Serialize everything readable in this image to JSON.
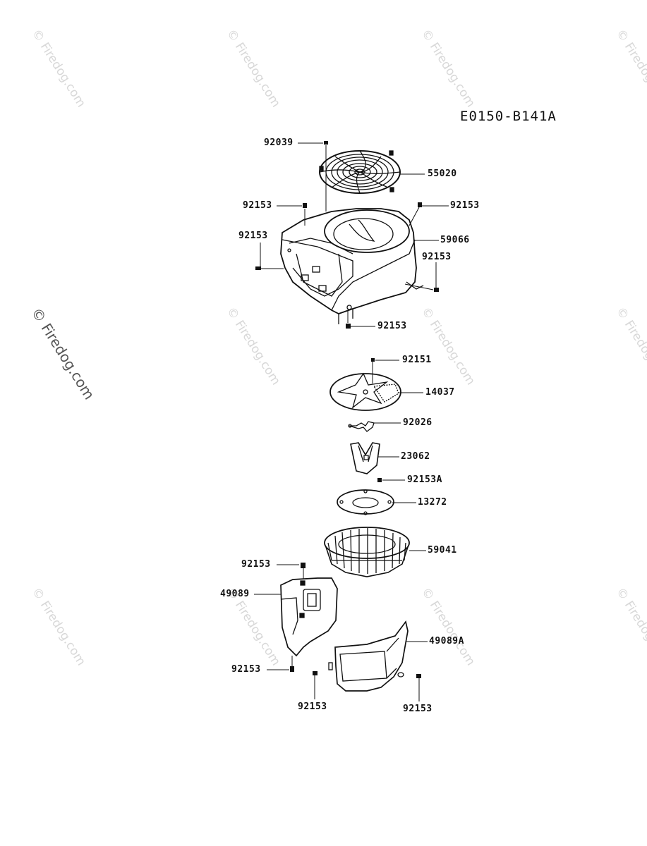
{
  "diagram": {
    "code": "E0150-B141A",
    "watermark": "© Firedog.com",
    "labels": {
      "l92039": "92039",
      "l55020": "55020",
      "l92153_a": "92153",
      "l92153_b": "92153",
      "l59066": "59066",
      "l92153_c": "92153",
      "l92153_d": "92153",
      "l92153_e": "92153",
      "l92151": "92151",
      "l14037": "14037",
      "l92026": "92026",
      "l23062": "23062",
      "l92153A": "92153A",
      "l13272": "13272",
      "l59041": "59041",
      "l92153_f": "92153",
      "l49089": "49089",
      "l49089A": "49089A",
      "l92153_g": "92153",
      "l92153_h": "92153",
      "l92153_i": "92153"
    }
  }
}
